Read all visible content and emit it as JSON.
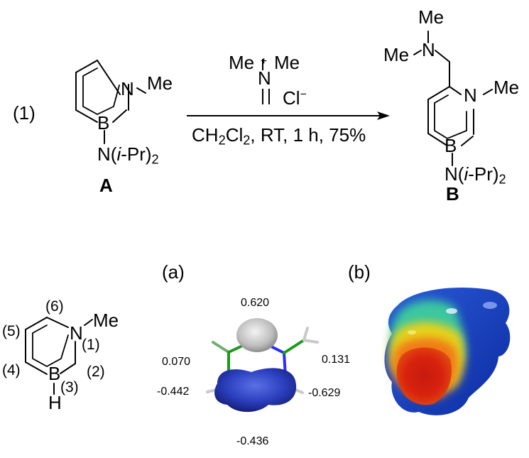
{
  "reaction": {
    "equation_number": "(1)",
    "reactant": {
      "ring_N": "N",
      "n_methyl": "Me",
      "ring_B": "B",
      "amine_N": "N(",
      "amine_ipr": "i",
      "amine_rest": "-Pr)",
      "amine_sub": "2",
      "label": "A"
    },
    "reagent": {
      "me_left": "Me",
      "n_plus": "N",
      "plus": "+",
      "me_right": "Me",
      "counterion": "Cl",
      "counterion_charge": "−"
    },
    "conditions": {
      "solvent_prefix": "CH",
      "solvent_sub1": "2",
      "solvent_mid": "Cl",
      "solvent_sub2": "2",
      "rest": ", RT, 1 h, 75%"
    },
    "product": {
      "top_me": "Me",
      "side_me": "Me",
      "nme2_N": "N",
      "ring_N": "N",
      "n_methyl": "Me",
      "ring_B": "B",
      "amine_N": "N(",
      "amine_ipr": "i",
      "amine_rest": "-Pr)",
      "amine_sub": "2",
      "label": "B"
    }
  },
  "numbering": {
    "n_methyl": "Me",
    "ring_N": "N",
    "ring_B": "B",
    "hydrogen": "H",
    "pos1": "(1)",
    "pos2": "(2)",
    "pos3": "(3)",
    "pos4": "(4)",
    "pos5": "(5)",
    "pos6": "(6)"
  },
  "panel_a": {
    "label": "(a)",
    "values": {
      "top": "0.620",
      "left": "0.070",
      "right": "0.131",
      "lower_left": "-0.442",
      "lower_right": "-0.629",
      "bottom": "-0.436"
    }
  },
  "panel_b": {
    "label": "(b)"
  },
  "colors": {
    "orbital_blue": "#2233aa",
    "orbital_gray": "#c8c8c8",
    "bond_green": "#1a9a1a",
    "bond_blue": "#2b2bff"
  }
}
